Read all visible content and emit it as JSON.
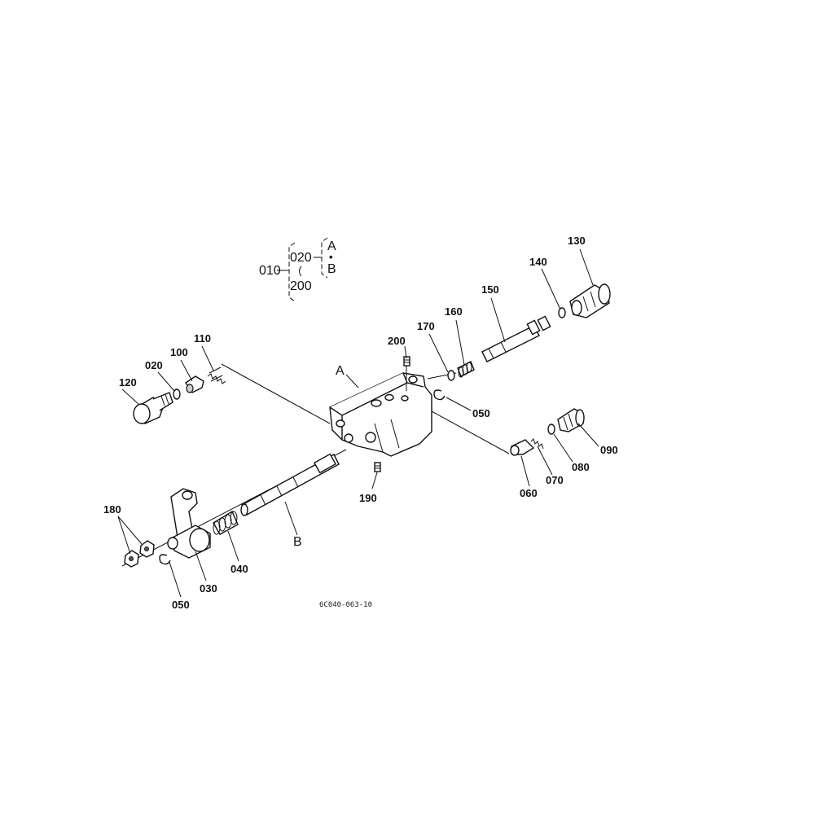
{
  "legend": {
    "main": "010",
    "sub_top": "020",
    "sub_bottom": "200",
    "ref_a": "A",
    "ref_dot": "•",
    "ref_b": "B"
  },
  "callouts": {
    "p010": "010",
    "p020": "020",
    "p030": "030",
    "p040": "040",
    "p050_upper": "050",
    "p050_lower": "050",
    "p060": "060",
    "p070": "070",
    "p080": "080",
    "p090": "090",
    "p100": "100",
    "p110": "110",
    "p120": "120",
    "p130": "130",
    "p140": "140",
    "p150": "150",
    "p160": "160",
    "p170": "170",
    "p180": "180",
    "p190": "190",
    "p200": "200",
    "ref_a": "A",
    "ref_b": "B"
  },
  "figure_code": "6C040-063-10"
}
